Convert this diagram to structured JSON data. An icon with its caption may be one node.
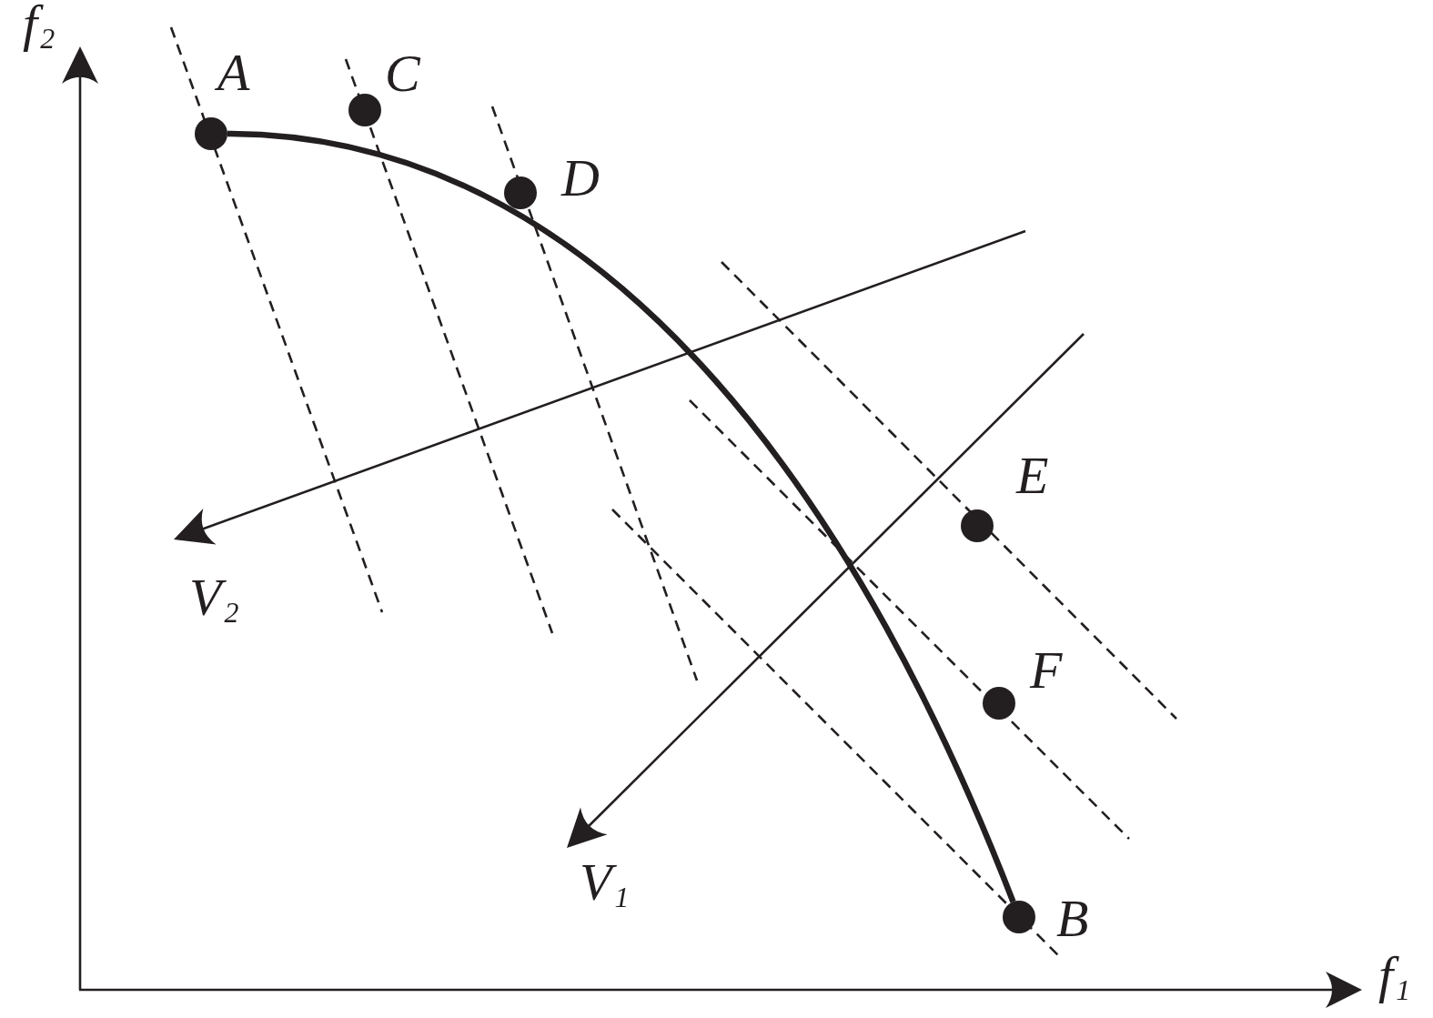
{
  "diagram": {
    "nodes": [
      {
        "text": [],
        "shape": "circle",
        "beside": [
          "A"
        ]
      },
      {
        "text": [],
        "shape": "circle",
        "beside": [
          "C"
        ]
      },
      {
        "text": [],
        "shape": "circle",
        "beside": [
          "D"
        ]
      },
      {
        "text": [],
        "shape": "circle",
        "beside": [
          "E"
        ]
      },
      {
        "text": [],
        "shape": "circle",
        "beside": [
          "F"
        ]
      },
      {
        "text": [],
        "shape": "circle",
        "beside": [
          "B"
        ]
      }
    ],
    "edges": [
      {
        "from": 0,
        "to": 5,
        "arrow": "none"
      }
    ],
    "labels": [
      "f$_{2}$",
      "V$_{2}$",
      "V$_{1}$",
      "f$_{1}$"
    ]
  }
}
